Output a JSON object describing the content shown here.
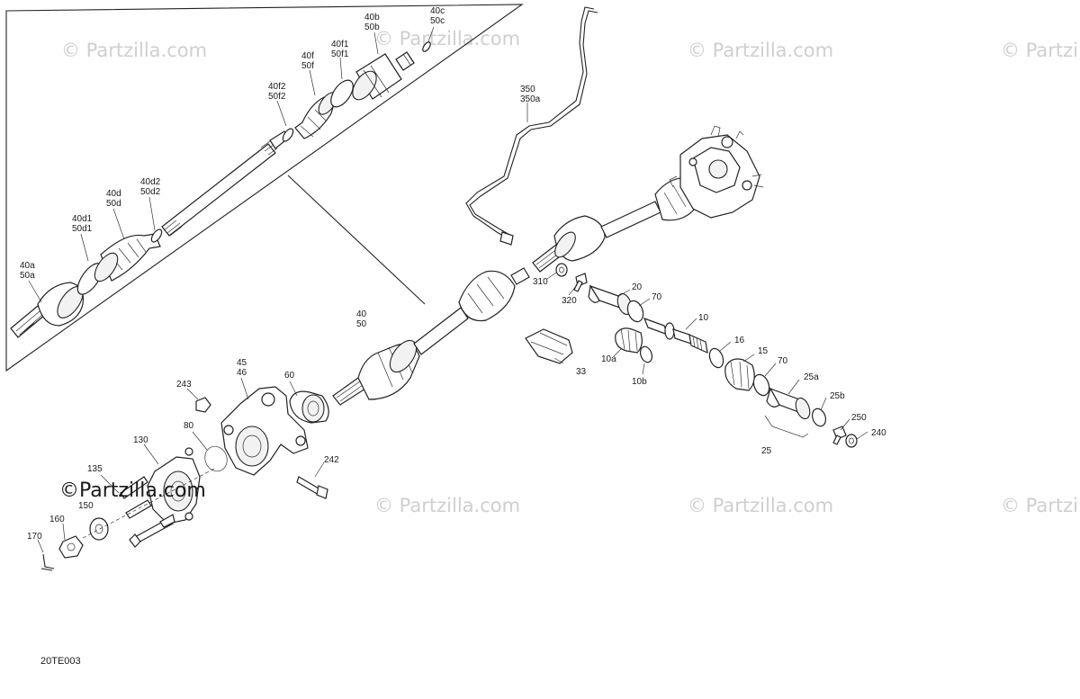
{
  "watermark": {
    "text": "© Partzilla.com",
    "overlay_text": "©Partzilla.com"
  },
  "reference_code": "20TE003",
  "callouts": [
    {
      "id": "c40c",
      "lines": [
        "40c",
        "50c"
      ]
    },
    {
      "id": "c40b",
      "lines": [
        "40b",
        "50b"
      ]
    },
    {
      "id": "c40f1",
      "lines": [
        "40f1",
        "50f1"
      ]
    },
    {
      "id": "c40f",
      "lines": [
        "40f",
        "50f"
      ]
    },
    {
      "id": "c40f2",
      "lines": [
        "40f2",
        "50f2"
      ]
    },
    {
      "id": "c40d2",
      "lines": [
        "40d2",
        "50d2"
      ]
    },
    {
      "id": "c40d",
      "lines": [
        "40d",
        "50d"
      ]
    },
    {
      "id": "c40d1",
      "lines": [
        "40d1",
        "50d1"
      ]
    },
    {
      "id": "c40a",
      "lines": [
        "40a",
        "50a"
      ]
    },
    {
      "id": "c350",
      "lines": [
        "350",
        "350a"
      ]
    },
    {
      "id": "c40",
      "lines": [
        "40",
        "50"
      ]
    },
    {
      "id": "c310",
      "lines": [
        "310"
      ]
    },
    {
      "id": "c320",
      "lines": [
        "320"
      ]
    },
    {
      "id": "c20",
      "lines": [
        "20"
      ]
    },
    {
      "id": "c70a",
      "lines": [
        "70"
      ]
    },
    {
      "id": "c10",
      "lines": [
        "10"
      ]
    },
    {
      "id": "c33",
      "lines": [
        "33"
      ]
    },
    {
      "id": "c10a",
      "lines": [
        "10a"
      ]
    },
    {
      "id": "c10b",
      "lines": [
        "10b"
      ]
    },
    {
      "id": "c16",
      "lines": [
        "16"
      ]
    },
    {
      "id": "c15",
      "lines": [
        "15"
      ]
    },
    {
      "id": "c70b",
      "lines": [
        "70"
      ]
    },
    {
      "id": "c25a",
      "lines": [
        "25a"
      ]
    },
    {
      "id": "c25b",
      "lines": [
        "25b"
      ]
    },
    {
      "id": "c250",
      "lines": [
        "250"
      ]
    },
    {
      "id": "c240",
      "lines": [
        "240"
      ]
    },
    {
      "id": "c25",
      "lines": [
        "25"
      ]
    },
    {
      "id": "c45",
      "lines": [
        "45",
        "46"
      ]
    },
    {
      "id": "c60",
      "lines": [
        "60"
      ]
    },
    {
      "id": "c243",
      "lines": [
        "243"
      ]
    },
    {
      "id": "c80",
      "lines": [
        "80"
      ]
    },
    {
      "id": "c130",
      "lines": [
        "130"
      ]
    },
    {
      "id": "c242",
      "lines": [
        "242"
      ]
    },
    {
      "id": "c135",
      "lines": [
        "135"
      ]
    },
    {
      "id": "c150",
      "lines": [
        "150"
      ]
    },
    {
      "id": "c160",
      "lines": [
        "160"
      ]
    },
    {
      "id": "c170",
      "lines": [
        "170"
      ]
    }
  ]
}
